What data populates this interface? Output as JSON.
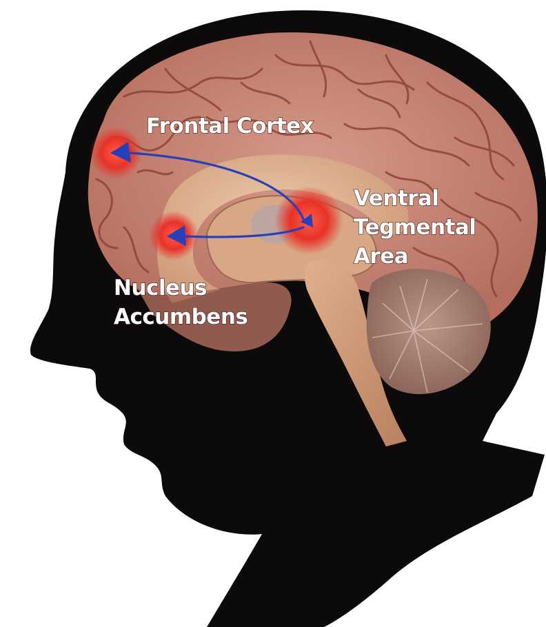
{
  "labels": {
    "frontal_cortex": "Frontal Cortex",
    "ventral_tegmental_line1": "Ventral",
    "ventral_tegmental_line2": "Tegmental",
    "ventral_tegmental_line3": "Area",
    "nucleus_accumbens_line1": "Nucleus",
    "nucleus_accumbens_line2": "Accumbens"
  },
  "colors": {
    "head_silhouette": "#0c0a0a",
    "cortex": "#c98878",
    "sulci": "#8a3a30",
    "inner_brain": "#deb08e",
    "brainstem": "#c99a78",
    "cerebellum": "#a87e70",
    "region_hotspot": "#e0302a",
    "pathway": "#2640b8"
  }
}
